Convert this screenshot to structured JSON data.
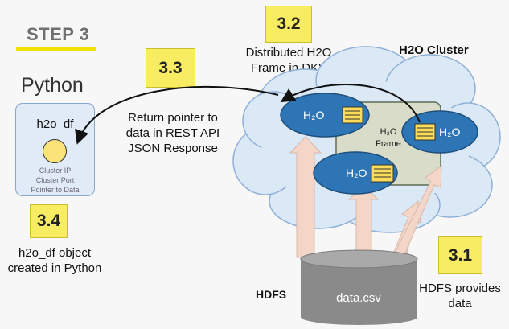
{
  "step": {
    "title": "STEP 3"
  },
  "python": {
    "label": "Python"
  },
  "h2o_df_box": {
    "title": "h2o_df",
    "lines": [
      "Cluster IP",
      "Cluster Port",
      "Pointer to Data"
    ]
  },
  "badges": {
    "b33": "3.3",
    "b32": "3.2",
    "b34": "3.4",
    "b31": "3.1"
  },
  "captions": {
    "c32": [
      "Distributed H2O",
      "Frame in DKV"
    ],
    "c33": [
      "Return pointer to",
      "data in REST API",
      "JSON Response"
    ],
    "c34": [
      "h2o_df object",
      "created in Python"
    ],
    "c31": [
      "HDFS provides",
      "data"
    ]
  },
  "cluster": {
    "title": "H2O Cluster",
    "frame_label": [
      "H₂O",
      "Frame"
    ],
    "nodes": [
      "H₂O",
      "H₂O",
      "H₂O"
    ]
  },
  "hdfs": {
    "label": "HDFS",
    "file": "data.csv"
  },
  "colors": {
    "badge": "#f8ed62",
    "node": "#2e75b6",
    "cloud": "#dbe8f5",
    "frame": "#d8dcc8",
    "arrow_fill": "#f4d6c8",
    "cylinder": "#8a8a8a"
  }
}
